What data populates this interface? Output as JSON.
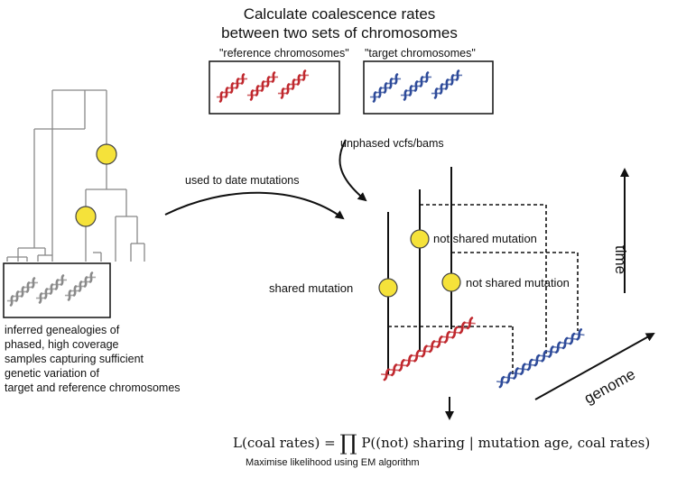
{
  "title": {
    "line1": "Calculate coalescence rates",
    "line2": "between two sets of chromosomes"
  },
  "labels": {
    "reference": "\"reference chromosomes\"",
    "target": "\"target chromosomes\"",
    "unphased": "unphased vcfs/bams",
    "used_to_date": "used to date mutations",
    "shared_mutation": "shared mutation",
    "not_shared_1": "not shared mutation",
    "not_shared_2": "not shared mutation",
    "time": "time",
    "genome": "genome"
  },
  "inferred_text": [
    "inferred genealogies of",
    "phased, high coverage",
    "samples capturing sufficient",
    "genetic variation of",
    "target and reference chromosomes"
  ],
  "equation": {
    "lhs": "L(coal rates) =",
    "prod": "∏",
    "rhs": "P((not) sharing | mutation age, coal rates)"
  },
  "caption": "Maximise likelihood using EM algorithm",
  "colors": {
    "reference_chrom": "#c0282e",
    "target_chrom": "#2e4b9a",
    "gray_chrom": "#8a8a8a",
    "mutation": "#f5e23a",
    "mutation_stroke": "#444444",
    "line": "#111111",
    "tree": "#888888"
  }
}
